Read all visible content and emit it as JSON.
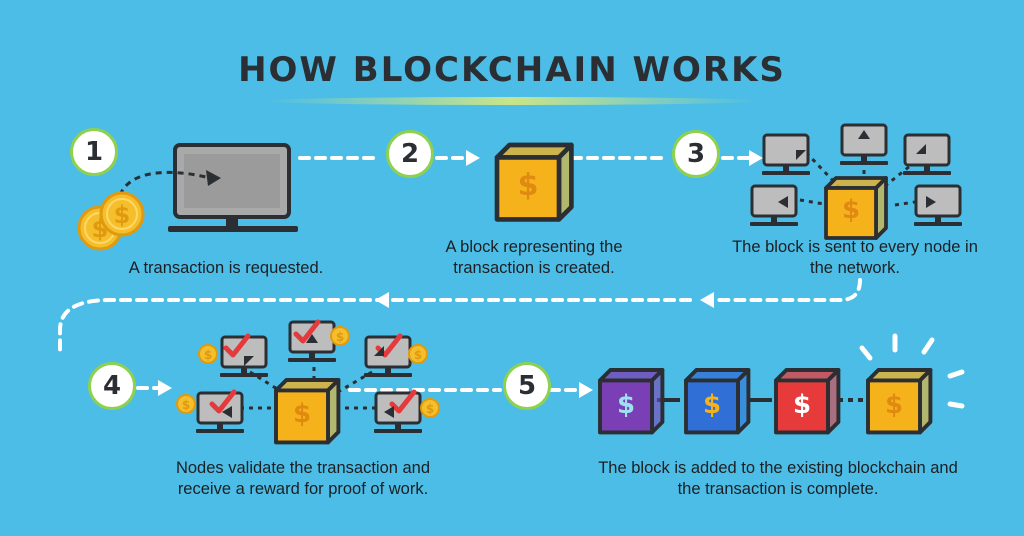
{
  "title": "HOW BLOCKCHAIN WORKS",
  "steps": [
    {
      "number": "1",
      "caption": "A transaction is requested."
    },
    {
      "number": "2",
      "caption": "A block representing the transaction is created."
    },
    {
      "number": "3",
      "caption": "The block is sent to every node in the network."
    },
    {
      "number": "4",
      "caption": "Nodes validate the transaction and receive a reward for proof of work."
    },
    {
      "number": "5",
      "caption": "The block is added to the existing blockchain and the transaction is complete."
    }
  ],
  "symbols": {
    "currency": "$"
  },
  "colors": {
    "background": "#4bbde6",
    "block_yellow": "#f5b21b",
    "block_purple": "#7b3fb5",
    "block_blue": "#2f6fd6",
    "block_red": "#e73b3b",
    "coin_gold": "#f4bf2b",
    "check_red": "#e5393c",
    "step_ring": "#8fd14f",
    "monitor_gray": "#b9b9b9",
    "outline": "#2b2e33"
  },
  "icons": [
    "dollar-coin-icon",
    "computer-monitor-icon",
    "dollar-block-icon",
    "node-computer-icon",
    "check-mark-icon",
    "arrow-icon"
  ]
}
